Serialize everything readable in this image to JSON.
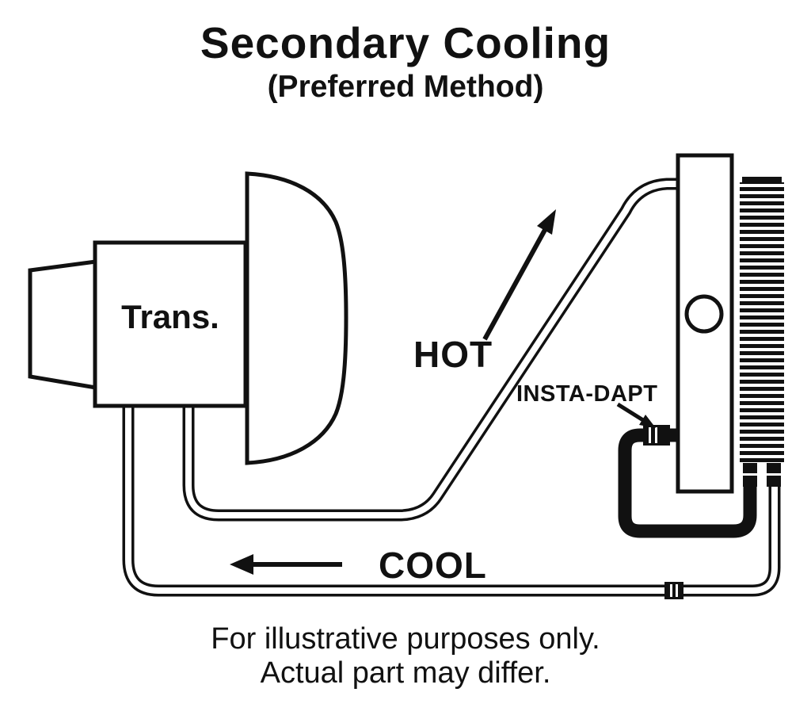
{
  "title": "Secondary Cooling",
  "subtitle": "(Preferred Method)",
  "labels": {
    "transmission": "Trans.",
    "hot": "HOT",
    "cool": "COOL",
    "adapter": "INSTA-DAPT"
  },
  "footer": {
    "line1": "For illustrative purposes only.",
    "line2": "Actual part may differ."
  },
  "colors": {
    "ink": "#111111",
    "background": "#ffffff"
  }
}
